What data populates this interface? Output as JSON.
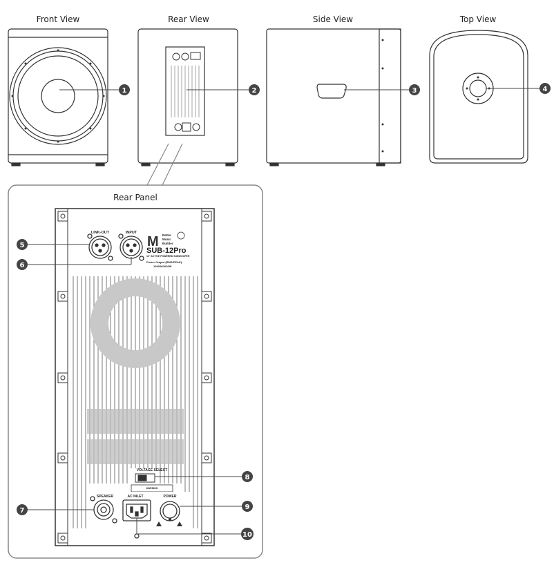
{
  "views": {
    "front": "Front View",
    "rear": "Rear View",
    "side": "Side View",
    "top": "Top View"
  },
  "panel": {
    "title": "Rear Panel",
    "link_out": "LINK-OUT",
    "input": "INPUT",
    "brand_line1": "Better",
    "brand_line2": "Music",
    "brand_line3": "Builder",
    "model": "SUB-12Pro",
    "model_sub": "12\" ACTIVE POWERED SUBWOOFER",
    "power_output": "Power Output (RMS/PEAK):",
    "power_values": "1000W/1600W",
    "voltage_select": "VOLTAGE SELECT",
    "warning": "WARNING",
    "speaker": "SPEAKER",
    "ac_inlet": "AC INLET",
    "power": "POWER"
  },
  "callouts": [
    "1",
    "2",
    "3",
    "4",
    "5",
    "6",
    "7",
    "8",
    "9",
    "10"
  ],
  "colors": {
    "line": "#333333",
    "callout": "#444444",
    "vent": "#bdbdbd"
  }
}
